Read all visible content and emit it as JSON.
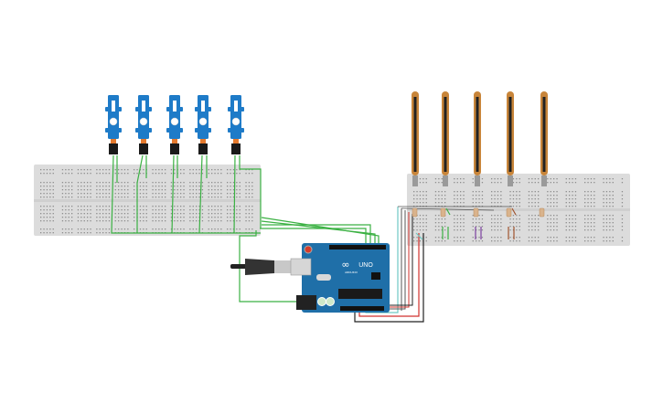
{
  "canvas": {
    "background": "#ffffff"
  },
  "colors": {
    "breadboard": "#dcdcdc",
    "breadboard_hole": "#8d8d8d",
    "wire_green": "#3bb143",
    "wire_red": "#d0312d",
    "wire_black": "#222222",
    "wire_teal": "#6fc9c4",
    "wire_purple": "#7b3fa0",
    "wire_brown": "#a0522d",
    "servo_body": "#1e7bc8",
    "flex_sensor": "#c8853a",
    "arduino_board": "#1f6fa8",
    "resistor": "#d9b38c"
  },
  "components": {
    "servos": [
      {
        "name": "servo-motor-1"
      },
      {
        "name": "servo-motor-2"
      },
      {
        "name": "servo-motor-3"
      },
      {
        "name": "servo-motor-4"
      },
      {
        "name": "servo-motor-5"
      }
    ],
    "flex_sensors": [
      {
        "name": "flex-sensor-1"
      },
      {
        "name": "flex-sensor-2"
      },
      {
        "name": "flex-sensor-3"
      },
      {
        "name": "flex-sensor-4"
      },
      {
        "name": "flex-sensor-5"
      }
    ],
    "arduino": {
      "logo_text": "∞",
      "model_label": "UNO",
      "brand_label": "ARDUINO"
    }
  }
}
